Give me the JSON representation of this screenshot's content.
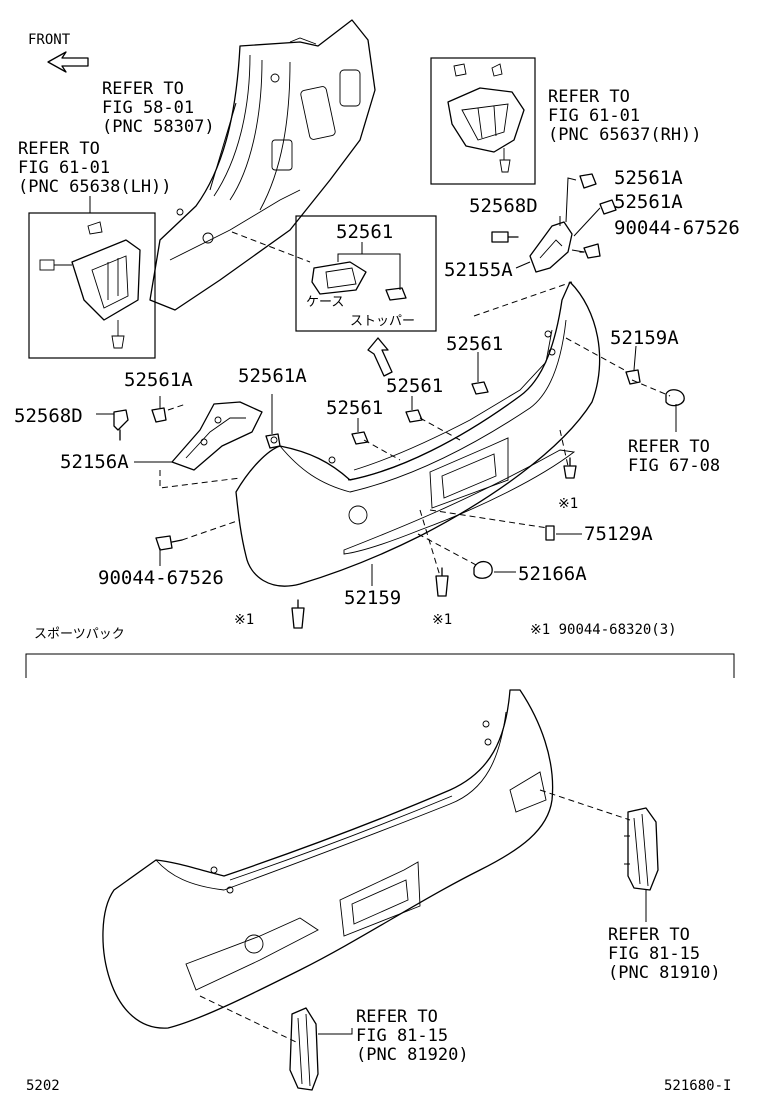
{
  "front_label": "FRONT",
  "refer_58": [
    "REFER TO",
    "FIG 58-01",
    "(PNC 58307)"
  ],
  "refer_61_lh": [
    "REFER TO",
    "FIG 61-01",
    "(PNC 65638(LH))"
  ],
  "refer_61_rh": [
    "REFER TO",
    "FIG 61-01",
    "(PNC 65637(RH))"
  ],
  "refer_67": [
    "REFER TO",
    "FIG 67-08"
  ],
  "refer_81_910": [
    "REFER TO",
    "FIG 81-15",
    "(PNC 81910)"
  ],
  "refer_81_920": [
    "REFER TO",
    "FIG 81-15",
    "(PNC 81920)"
  ],
  "parts": {
    "p52561_box": "52561",
    "case_label": "ケース",
    "stopper_label": "ストッパー",
    "p52561A_tr1": "52561A",
    "p52561A_tr2": "52561A",
    "p52568D_r": "52568D",
    "p90044_67526_r": "90044-67526",
    "p52155A": "52155A",
    "p52159A": "52159A",
    "p52561_c1": "52561",
    "p52561_c2": "52561",
    "p52561_c3": "52561",
    "p52561A_l1": "52561A",
    "p52561A_l2": "52561A",
    "p52568D_l": "52568D",
    "p52156A": "52156A",
    "p90044_67526_l": "90044-67526",
    "p52159": "52159",
    "p52166A": "52166A",
    "p75129A": "75129A",
    "mark1_a": "※1",
    "mark1_b": "※1",
    "mark1_c": "※1",
    "mark1_note": "※1  90044-68320(3)"
  },
  "section_label": "スポーツパック",
  "page_code": "5202",
  "figure_code": "521680-I"
}
